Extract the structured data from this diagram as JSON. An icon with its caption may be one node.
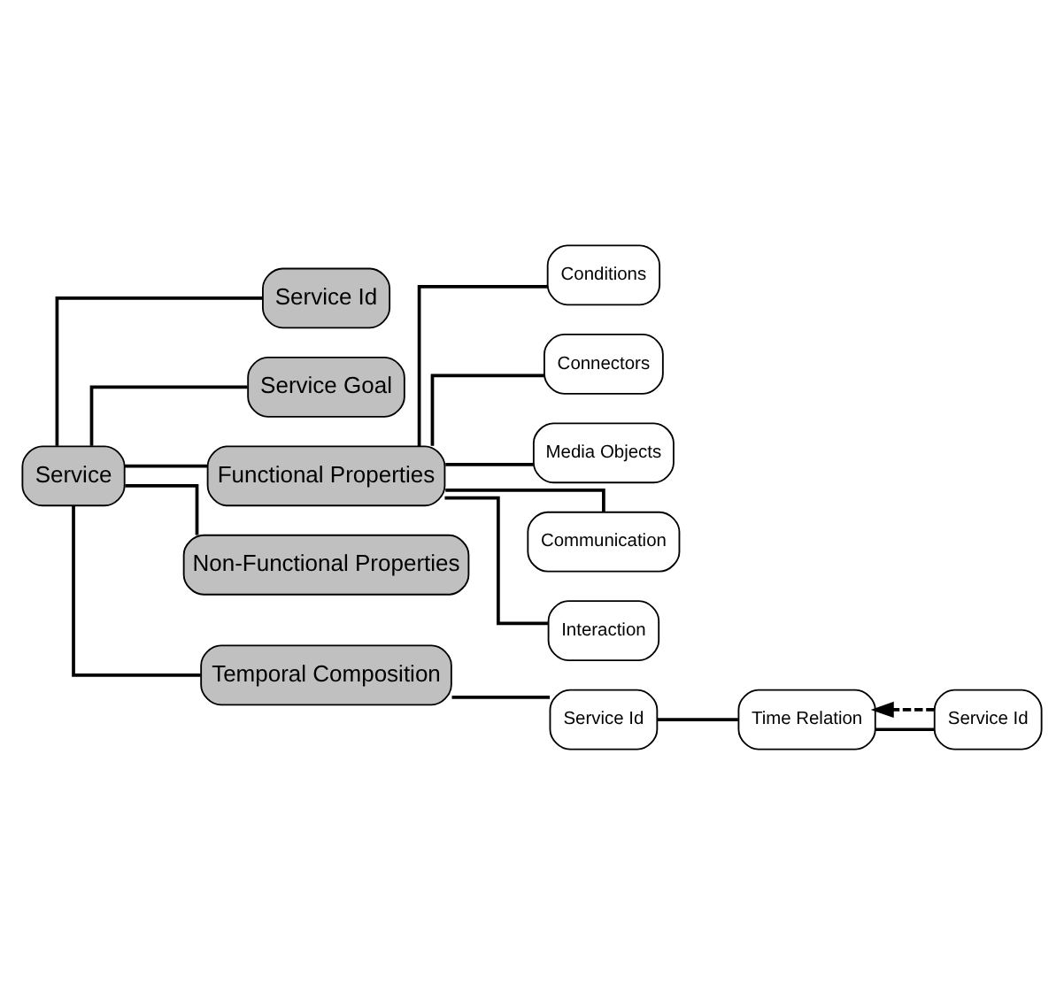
{
  "diagram": {
    "nodes": [
      {
        "text": [
          "Service"
        ]
      },
      {
        "text": [
          "Service Id"
        ]
      },
      {
        "text": [
          "Service Goal"
        ]
      },
      {
        "text": [
          "Functional Properties"
        ]
      },
      {
        "text": [
          "Non-Functional Properties"
        ]
      },
      {
        "text": [
          "Temporal Composition"
        ]
      },
      {
        "text": [
          "Conditions"
        ]
      },
      {
        "text": [
          "Connectors"
        ]
      },
      {
        "text": [
          "Media Objects"
        ]
      },
      {
        "text": [
          "Communication"
        ]
      },
      {
        "text": [
          "Interaction"
        ]
      },
      {
        "text": [
          "Service Id"
        ]
      },
      {
        "text": [
          "Time Relation"
        ]
      },
      {
        "text": [
          "Service Id"
        ]
      }
    ],
    "edges": [
      {
        "from": 0,
        "to": 1,
        "arrow": "none"
      },
      {
        "from": 0,
        "to": 2,
        "arrow": "none"
      },
      {
        "from": 0,
        "to": 3,
        "arrow": "none"
      },
      {
        "from": 0,
        "to": 4,
        "arrow": "none"
      },
      {
        "from": 0,
        "to": 5,
        "arrow": "none"
      },
      {
        "from": 3,
        "to": 6,
        "arrow": "none"
      },
      {
        "from": 3,
        "to": 7,
        "arrow": "none"
      },
      {
        "from": 3,
        "to": 8,
        "arrow": "none"
      },
      {
        "from": 3,
        "to": 9,
        "arrow": "none"
      },
      {
        "from": 3,
        "to": 10,
        "arrow": "none"
      },
      {
        "from": 5,
        "to": 11,
        "arrow": "none"
      },
      {
        "from": 11,
        "to": 12,
        "arrow": "none"
      },
      {
        "from": 12,
        "to": 13,
        "arrow": "none"
      },
      {
        "from": 13,
        "to": 12,
        "arrow": "to",
        "style": "dashed"
      }
    ]
  }
}
